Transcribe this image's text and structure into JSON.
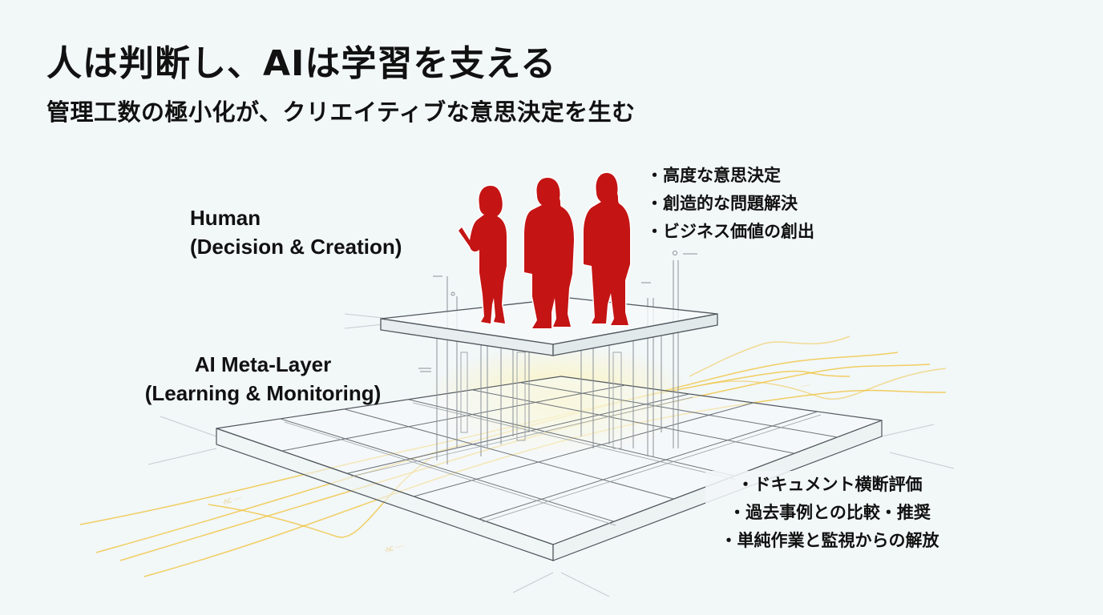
{
  "header": {
    "title": "人は判断し、AIは学習を支える",
    "subtitle": "管理工数の極小化が、クリエイティブな意思決定を生む"
  },
  "layers": {
    "human": {
      "name": "Human",
      "role": "(Decision & Creation)",
      "bullets": [
        "高度な意思決定",
        "創造的な問題解決",
        "ビジネス価値の創出"
      ]
    },
    "ai": {
      "name": "AI Meta-Layer",
      "role": "(Learning & Monitoring)",
      "bullets": [
        "ドキュメント横断評価",
        "過去事例との比較・推奨",
        "単純作業と監視からの解放"
      ]
    }
  },
  "colors": {
    "background": "#f2f7f8",
    "figure_red": "#c41414",
    "data_flow_yellow": "#f0c030",
    "structure_line": "#5a6066",
    "text": "#111111"
  },
  "icons": {
    "figures": [
      "person-woman-with-tablet-icon",
      "person-man-icon",
      "person-man-icon"
    ]
  }
}
